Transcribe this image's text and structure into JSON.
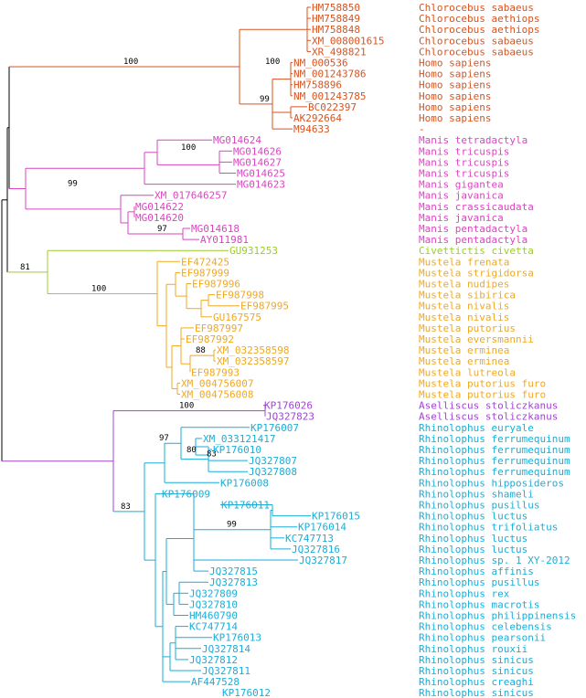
{
  "colors": {
    "primates": "#d9531e",
    "manis": "#d946c0",
    "civettictis": "#9ccc2c",
    "mustela": "#f0a820",
    "aselliscus": "#a044d0",
    "rhinolophus": "#1aaed8",
    "root": "#000000"
  },
  "support_values": [
    {
      "id": "s1",
      "text": "100"
    },
    {
      "id": "s2",
      "text": "100"
    },
    {
      "id": "s3",
      "text": "99"
    },
    {
      "id": "s4",
      "text": "100"
    },
    {
      "id": "s5",
      "text": "99"
    },
    {
      "id": "s6",
      "text": "97"
    },
    {
      "id": "s7",
      "text": "81"
    },
    {
      "id": "s8",
      "text": "100"
    },
    {
      "id": "s9",
      "text": "88"
    },
    {
      "id": "s10",
      "text": "100"
    },
    {
      "id": "s11",
      "text": "97"
    },
    {
      "id": "s12",
      "text": "80"
    },
    {
      "id": "s13",
      "text": "83"
    },
    {
      "id": "s14",
      "text": "83"
    },
    {
      "id": "s15",
      "text": "99"
    }
  ],
  "tips": [
    {
      "acc": "HM758850",
      "species": "Chlorocebus sabaeus",
      "group": "primates"
    },
    {
      "acc": "HM758849",
      "species": "Chlorocebus aethiops",
      "group": "primates"
    },
    {
      "acc": "HM758848",
      "species": "Chlorocebus aethiops",
      "group": "primates"
    },
    {
      "acc": "XM_008001615",
      "species": "Chlorocebus sabaeus",
      "group": "primates"
    },
    {
      "acc": "XR_498821",
      "species": "Chlorocebus sabaeus",
      "group": "primates"
    },
    {
      "acc": "NM_000536",
      "species": "Homo sapiens",
      "group": "primates"
    },
    {
      "acc": "NM_001243786",
      "species": "Homo sapiens",
      "group": "primates"
    },
    {
      "acc": "HM758896",
      "species": "Homo sapiens",
      "group": "primates"
    },
    {
      "acc": "NM_001243785",
      "species": "Homo sapiens",
      "group": "primates"
    },
    {
      "acc": "BC022397",
      "species": "Homo sapiens",
      "group": "primates"
    },
    {
      "acc": "AK292664",
      "species": "Homo sapiens",
      "group": "primates"
    },
    {
      "acc": "M94633",
      "species": "-",
      "group": "primates"
    },
    {
      "acc": "MG014624",
      "species": "Manis tetradactyla",
      "group": "manis"
    },
    {
      "acc": "MG014626",
      "species": "Manis tricuspis",
      "group": "manis"
    },
    {
      "acc": "MG014627",
      "species": "Manis tricuspis",
      "group": "manis"
    },
    {
      "acc": "MG014625",
      "species": "Manis tricuspis",
      "group": "manis"
    },
    {
      "acc": "MG014623",
      "species": "Manis gigantea",
      "group": "manis"
    },
    {
      "acc": "XM_017646257",
      "species": "Manis javanica",
      "group": "manis"
    },
    {
      "acc": "MG014622",
      "species": "Manis crassicaudata",
      "group": "manis"
    },
    {
      "acc": "MG014620",
      "species": "Manis javanica",
      "group": "manis"
    },
    {
      "acc": "MG014618",
      "species": "Manis pentadactyla",
      "group": "manis"
    },
    {
      "acc": "AY011981",
      "species": "Manis pentadactyla",
      "group": "manis"
    },
    {
      "acc": "GU931253",
      "species": "Civettictis civetta",
      "group": "civettictis"
    },
    {
      "acc": "EF472425",
      "species": "Mustela frenata",
      "group": "mustela"
    },
    {
      "acc": "EF987999",
      "species": "Mustela strigidorsa",
      "group": "mustela"
    },
    {
      "acc": "EF987996",
      "species": "Mustela nudipes",
      "group": "mustela"
    },
    {
      "acc": "EF987998",
      "species": "Mustela sibirica",
      "group": "mustela"
    },
    {
      "acc": "EF987995",
      "species": "Mustela nivalis",
      "group": "mustela"
    },
    {
      "acc": "GU167575",
      "species": "Mustela nivalis",
      "group": "mustela"
    },
    {
      "acc": "EF987997",
      "species": "Mustela putorius",
      "group": "mustela"
    },
    {
      "acc": "EF987992",
      "species": "Mustela eversmannii",
      "group": "mustela"
    },
    {
      "acc": "XM_032358598",
      "species": "Mustela erminea",
      "group": "mustela"
    },
    {
      "acc": "XM_032358597",
      "species": "Mustela erminea",
      "group": "mustela"
    },
    {
      "acc": "EF987993",
      "species": "Mustela lutreola",
      "group": "mustela"
    },
    {
      "acc": "XM_004756007",
      "species": "Mustela putorius furo",
      "group": "mustela"
    },
    {
      "acc": "XM_004756008",
      "species": "Mustela putorius furo",
      "group": "mustela"
    },
    {
      "acc": "KP176026",
      "species": "Aselliscus stoliczkanus",
      "group": "aselliscus"
    },
    {
      "acc": "JQ327823",
      "species": "Aselliscus stoliczkanus",
      "group": "aselliscus"
    },
    {
      "acc": "KP176007",
      "species": "Rhinolophus euryale",
      "group": "rhinolophus"
    },
    {
      "acc": "XM_033121417",
      "species": "Rhinolophus ferrumequinum",
      "group": "rhinolophus"
    },
    {
      "acc": "KP176010",
      "species": "Rhinolophus ferrumequinum",
      "group": "rhinolophus"
    },
    {
      "acc": "JQ327807",
      "species": "Rhinolophus ferrumequinum",
      "group": "rhinolophus"
    },
    {
      "acc": "JQ327808",
      "species": "Rhinolophus ferrumequinum",
      "group": "rhinolophus"
    },
    {
      "acc": "KP176008",
      "species": "Rhinolophus hipposideros",
      "group": "rhinolophus"
    },
    {
      "acc": "KP176009",
      "species": "Rhinolophus shameli",
      "group": "rhinolophus"
    },
    {
      "acc": "KP176011",
      "species": "Rhinolophus pusillus",
      "group": "rhinolophus"
    },
    {
      "acc": "KP176015",
      "species": "Rhinolophus luctus",
      "group": "rhinolophus"
    },
    {
      "acc": "KP176014",
      "species": "Rhinolophus trifoliatus",
      "group": "rhinolophus"
    },
    {
      "acc": "KC747713",
      "species": "Rhinolophus luctus",
      "group": "rhinolophus"
    },
    {
      "acc": "JQ327816",
      "species": "Rhinolophus luctus",
      "group": "rhinolophus"
    },
    {
      "acc": "JQ327817",
      "species": "Rhinolophus sp. 1 XY-2012",
      "group": "rhinolophus"
    },
    {
      "acc": "JQ327815",
      "species": "Rhinolophus affinis",
      "group": "rhinolophus"
    },
    {
      "acc": "JQ327813",
      "species": "Rhinolophus pusillus",
      "group": "rhinolophus"
    },
    {
      "acc": "JQ327809",
      "species": "Rhinolophus rex",
      "group": "rhinolophus"
    },
    {
      "acc": "JQ327810",
      "species": "Rhinolophus macrotis",
      "group": "rhinolophus"
    },
    {
      "acc": "HM460790",
      "species": "Rhinolophus philippinensis",
      "group": "rhinolophus"
    },
    {
      "acc": "KC747714",
      "species": "Rhinolophus celebensis",
      "group": "rhinolophus"
    },
    {
      "acc": "KP176013",
      "species": "Rhinolophus pearsonii",
      "group": "rhinolophus"
    },
    {
      "acc": "JQ327814",
      "species": "Rhinolophus rouxii",
      "group": "rhinolophus"
    },
    {
      "acc": "JQ327812",
      "species": "Rhinolophus sinicus",
      "group": "rhinolophus"
    },
    {
      "acc": "JQ327811",
      "species": "Rhinolophus sinicus",
      "group": "rhinolophus"
    },
    {
      "acc": "AF447528",
      "species": "Rhinolophus creaghi",
      "group": "rhinolophus"
    },
    {
      "acc": "KP176012",
      "species": "Rhinolophus sinicus",
      "group": "rhinolophus"
    }
  ]
}
